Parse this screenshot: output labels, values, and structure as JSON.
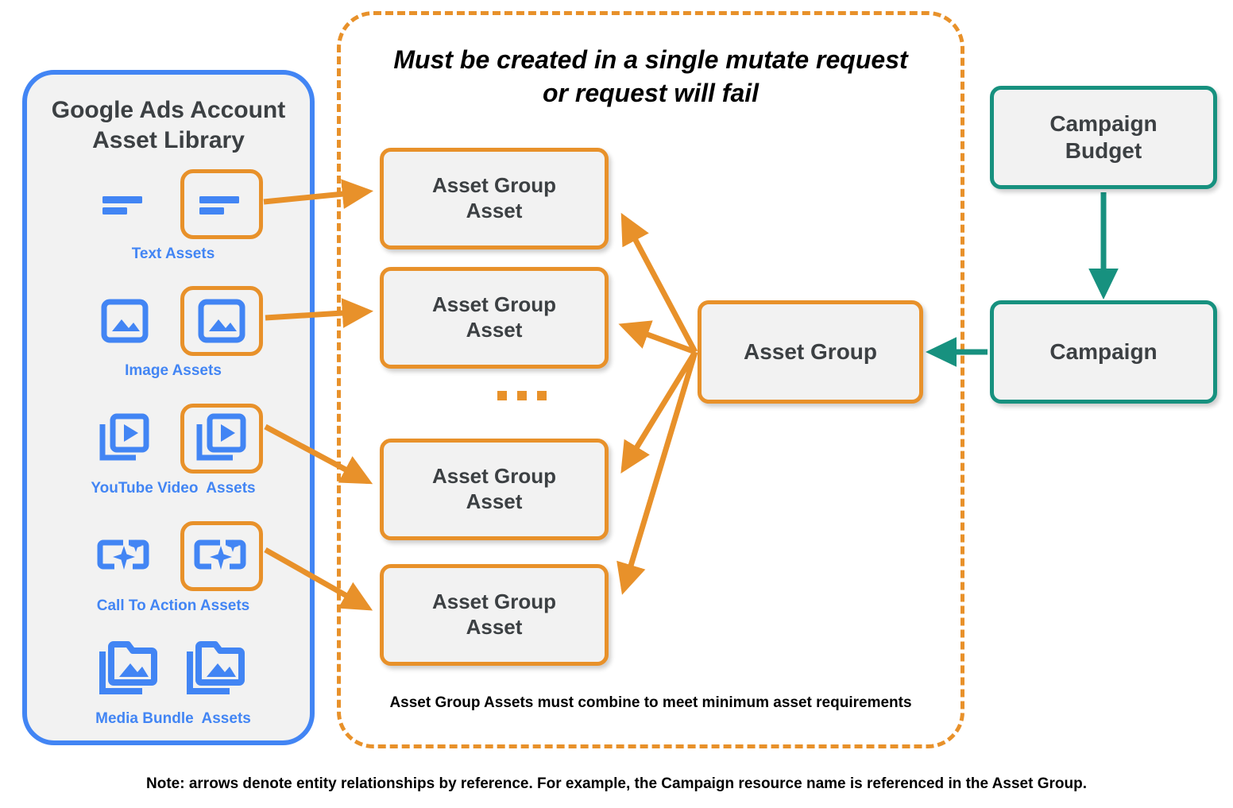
{
  "library": {
    "title": "Google Ads Account\nAsset Library",
    "border_color": "#4285f4",
    "accent_color": "#4285f4",
    "rows": [
      {
        "caption": "Text Assets",
        "icon": "text-asset-icon",
        "selected_index": 1,
        "count": 2
      },
      {
        "caption": "Image Assets",
        "icon": "image-asset-icon",
        "selected_index": 1,
        "count": 2
      },
      {
        "caption": "YouTube Video  Assets",
        "icon": "youtube-video-asset-icon",
        "selected_index": 1,
        "count": 2
      },
      {
        "caption": "Call To Action Assets",
        "icon": "call-to-action-asset-icon",
        "selected_index": 1,
        "count": 2
      },
      {
        "caption": "Media Bundle  Assets",
        "icon": "media-bundle-asset-icon",
        "selected_index": -1,
        "count": 2
      }
    ]
  },
  "mutate_container": {
    "note": "Must be created in a single mutate request\nor request will fail",
    "footer": "Asset Group Assets must combine to meet minimum asset requirements",
    "border_color": "#e8912a",
    "border_style": "dashed"
  },
  "nodes": {
    "asset_group_assets": [
      {
        "label": "Asset Group\nAsset"
      },
      {
        "label": "Asset Group\nAsset"
      },
      {
        "label": "Asset Group\nAsset"
      },
      {
        "label": "Asset Group\nAsset"
      }
    ],
    "asset_group": {
      "label": "Asset Group",
      "color": "#e8912a"
    },
    "campaign_budget": {
      "label": "Campaign\nBudget",
      "color": "#17917f"
    },
    "campaign": {
      "label": "Campaign",
      "color": "#17917f"
    }
  },
  "ellipsis": {
    "symbol": "...",
    "color": "#e8912a"
  },
  "footer_note": "Note: arrows denote entity relationships by reference. For example, the Campaign resource name is referenced in the Asset Group.",
  "colors": {
    "orange": "#e8912a",
    "teal": "#17917f",
    "blue": "#4285f4",
    "text_dark": "#3c4043",
    "panel_fill": "#f2f2f2"
  }
}
